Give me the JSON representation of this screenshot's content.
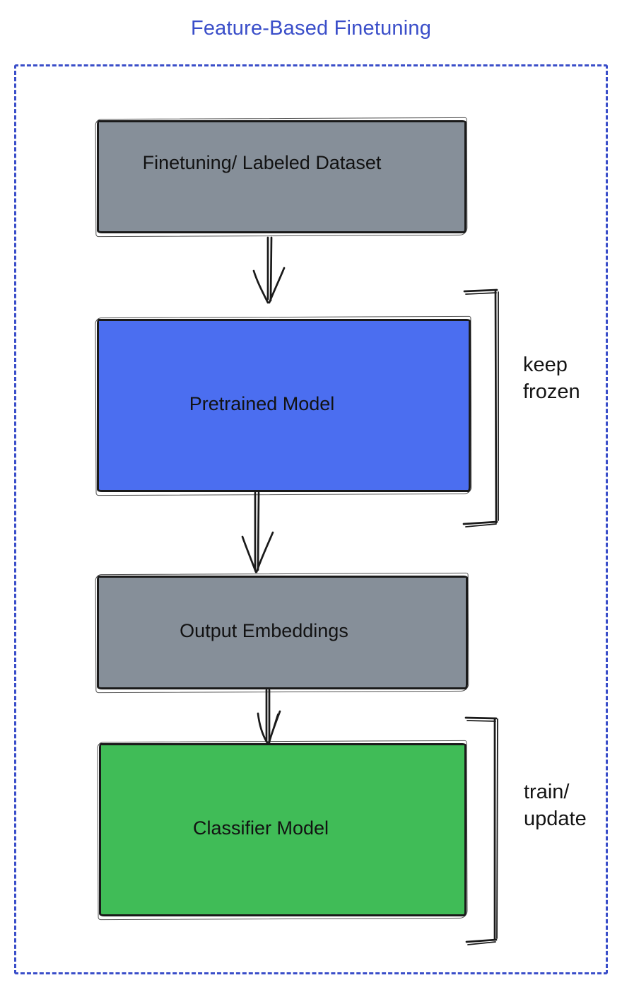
{
  "title": {
    "text": "Feature-Based Finetuning",
    "color": "#3a4ec9"
  },
  "frame": {
    "border_color": "#3a4ec9"
  },
  "diagram": {
    "ink_color": "#1a1a1a",
    "boxes": [
      {
        "id": "finetuning-labeled-dataset",
        "label": "Finetuning/ Labeled Dataset",
        "fill": "#868f99"
      },
      {
        "id": "pretrained-model",
        "label": "Pretrained Model",
        "fill": "#4b6ef0"
      },
      {
        "id": "output-embeddings",
        "label": "Output Embeddings",
        "fill": "#868f99"
      },
      {
        "id": "classifier-model",
        "label": "Classifier Model",
        "fill": "#40bc57"
      }
    ],
    "annotations": [
      {
        "id": "keep-frozen",
        "lines": [
          "keep",
          "frozen"
        ]
      },
      {
        "id": "train-update",
        "lines": [
          "train/",
          "update"
        ]
      }
    ]
  }
}
